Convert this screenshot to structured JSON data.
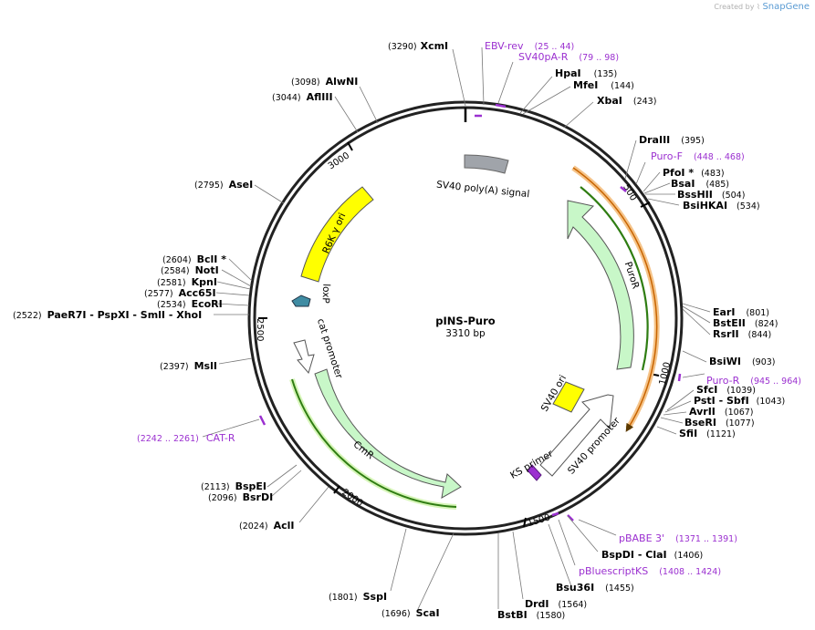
{
  "credit": {
    "created_by": "Created by",
    "brand": "SnapGene"
  },
  "plasmid": {
    "name": "pINS-Puro",
    "length_label": "3310 bp"
  },
  "ticks": [
    "500",
    "1000",
    "1500",
    "2000",
    "2500",
    "3000"
  ],
  "features": [
    {
      "label": "SV40 poly(A) signal",
      "color": "#a0a4aa"
    },
    {
      "label": "PuroR",
      "color": "#c8f7c8"
    },
    {
      "label": "SV40 ori",
      "color": "#ffff00"
    },
    {
      "label": "SV40 promoter",
      "color": "#ffffff"
    },
    {
      "label": "KS primer",
      "color": "#9b30d0"
    },
    {
      "label": "CmR",
      "color": "#c8f7c8"
    },
    {
      "label": "cat promoter",
      "color": "#ffffff"
    },
    {
      "label": "loxP",
      "color": "#3f8ca3"
    },
    {
      "label": "R6K γ ori",
      "color": "#ffff00"
    }
  ],
  "sites": [
    {
      "name": "XcmI",
      "pos": "(3290)"
    },
    {
      "name": "HpaI",
      "pos": "(135)"
    },
    {
      "name": "MfeI",
      "pos": "(144)"
    },
    {
      "name": "XbaI",
      "pos": "(243)"
    },
    {
      "name": "DraIII",
      "pos": "(395)"
    },
    {
      "name": "PfoI *",
      "pos": "(483)"
    },
    {
      "name": "BsaI",
      "pos": "(485)"
    },
    {
      "name": "BssHII",
      "pos": "(504)"
    },
    {
      "name": "BsiHKAI",
      "pos": "(534)"
    },
    {
      "name": "EarI",
      "pos": "(801)"
    },
    {
      "name": "BstEII",
      "pos": "(824)"
    },
    {
      "name": "RsrII",
      "pos": "(844)"
    },
    {
      "name": "BsiWI",
      "pos": "(903)"
    },
    {
      "name": "SfcI",
      "pos": "(1039)"
    },
    {
      "name": "PstI  - SbfI",
      "pos": "(1043)"
    },
    {
      "name": "AvrII",
      "pos": "(1067)"
    },
    {
      "name": "BseRI",
      "pos": "(1077)"
    },
    {
      "name": "SfiI",
      "pos": "(1121)"
    },
    {
      "name": "BspDI  - ClaI",
      "pos": "(1406)"
    },
    {
      "name": "Bsu36I",
      "pos": "(1455)"
    },
    {
      "name": "DrdI",
      "pos": "(1564)"
    },
    {
      "name": "BstBI",
      "pos": "(1580)"
    },
    {
      "name": "ScaI",
      "pos": "(1696)"
    },
    {
      "name": "SspI",
      "pos": "(1801)"
    },
    {
      "name": "AclI",
      "pos": "(2024)"
    },
    {
      "name": "BsrDI",
      "pos": "(2096)"
    },
    {
      "name": "BspEI",
      "pos": "(2113)"
    },
    {
      "name": "MslI",
      "pos": "(2397)"
    },
    {
      "name": "PaeR7I   - PspXI   - SmlI  - XhoI",
      "pos": "(2522)"
    },
    {
      "name": "EcoRI",
      "pos": "(2534)"
    },
    {
      "name": "Acc65I",
      "pos": "(2577)"
    },
    {
      "name": "KpnI",
      "pos": "(2581)"
    },
    {
      "name": "NotI",
      "pos": "(2584)"
    },
    {
      "name": "BclI *",
      "pos": "(2604)"
    },
    {
      "name": "AseI",
      "pos": "(2795)"
    },
    {
      "name": "AflIII",
      "pos": "(3044)"
    },
    {
      "name": "AlwNI",
      "pos": "(3098)"
    }
  ],
  "primers": [
    {
      "name": "EBV-rev",
      "pos": "(25 .. 44)"
    },
    {
      "name": "SV40pA-R",
      "pos": "(79 .. 98)"
    },
    {
      "name": "Puro-F",
      "pos": "(448 .. 468)"
    },
    {
      "name": "Puro-R",
      "pos": "(945 .. 964)"
    },
    {
      "name": "pBABE 3'",
      "pos": "(1371 .. 1391)"
    },
    {
      "name": "pBluescriptKS",
      "pos": "(1408 .. 1424)"
    },
    {
      "name": "CAT-R",
      "pos": "(2242 .. 2261)"
    }
  ]
}
